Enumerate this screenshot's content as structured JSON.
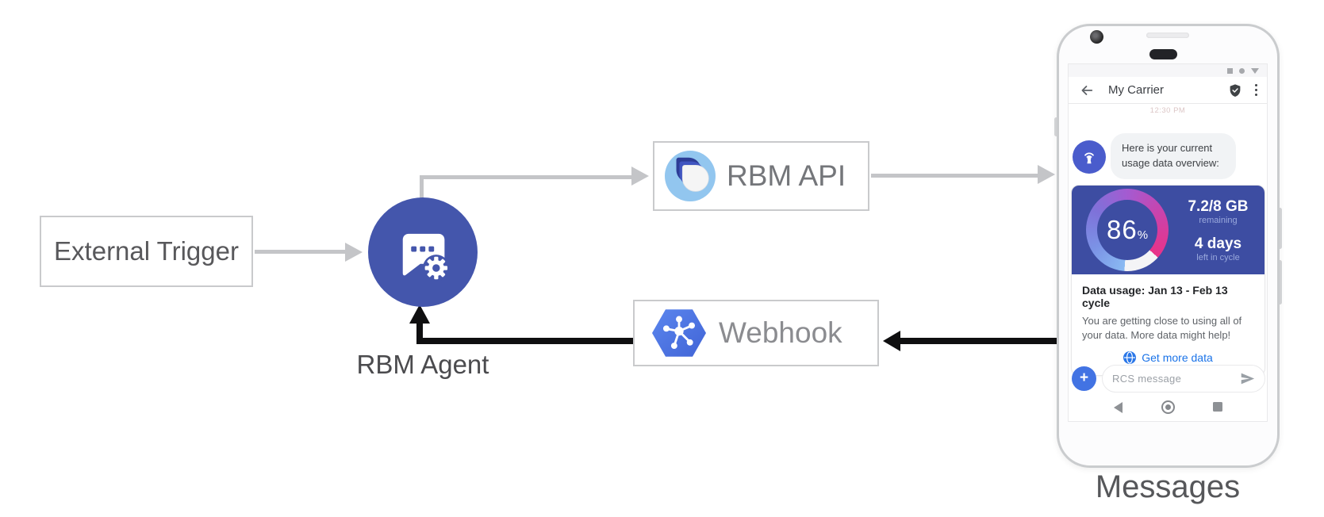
{
  "diagram": {
    "external_trigger_label": "External Trigger",
    "rbm_agent_label": "RBM Agent",
    "rbm_api_label": "RBM API",
    "webhook_label": "Webhook",
    "phone_caption": "Messages"
  },
  "colors": {
    "agent_circle": "#4456ac",
    "card_blue": "#3d4da2",
    "link_blue": "#1a73e8",
    "gauge_pink": "#e93288",
    "gauge_blue": "#8abaf2",
    "gray_arrow": "#c4c5c8",
    "black_arrow": "#0f0f10"
  },
  "icons": {
    "agent": "chat-bubble-with-gear",
    "rbm_api_logo": "layered-teardrops-in-circle",
    "webhook_logo": "hexagon-hub-spokes",
    "avatar": "antenna-broadcast",
    "verified": "shield-check",
    "status_bar": [
      "square",
      "dot",
      "triangle"
    ],
    "nav": [
      "back-triangle",
      "home-circle",
      "recents-square"
    ]
  },
  "phone": {
    "app_bar": {
      "title": "My Carrier"
    },
    "faint_timestamp": "12:30 PM",
    "message_bubble": {
      "text": "Here is your current usage data overview:"
    },
    "usage_card": {
      "percent": "86",
      "percent_symbol": "%",
      "remaining_value": "7.2/8 GB",
      "remaining_label": "remaining",
      "days_value": "4 days",
      "days_label": "left in cycle",
      "title": "Data usage: Jan 13 - Feb 13 cycle",
      "body": "You are getting close to using all of your data. More data might help!",
      "action_label": "Get more data"
    },
    "compose": {
      "plus": "+",
      "placeholder": "RCS message"
    }
  }
}
